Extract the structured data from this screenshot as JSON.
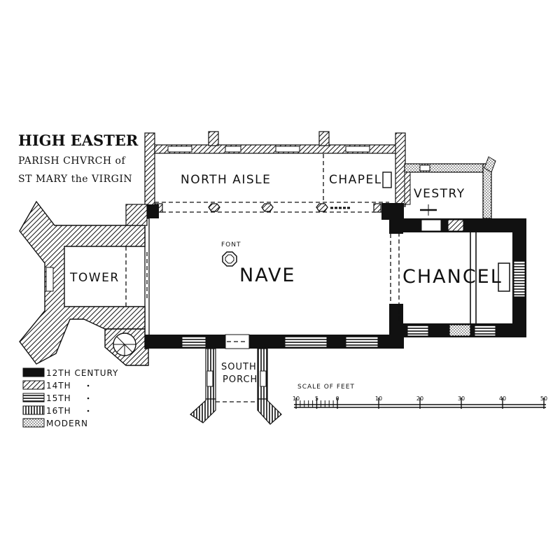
{
  "title": {
    "line1": "HIGH EASTER",
    "line2": "PARISH CHVRCH of",
    "line3": "ST MARY the VIRGIN"
  },
  "rooms": {
    "north_aisle": "NORTH AISLE",
    "chapel": "CHAPEL",
    "vestry": "VESTRY",
    "tower": "TOWER",
    "nave": "NAVE",
    "font": "FONT",
    "chancel": "CHANCEL",
    "south_porch_1": "SOUTH",
    "south_porch_2": "PORCH"
  },
  "legend": [
    {
      "label": "12TH CENTURY",
      "style": "solid"
    },
    {
      "label": "14TH",
      "style": "hatch-diagonal"
    },
    {
      "label": "15TH",
      "style": "hatch-horizontal"
    },
    {
      "label": "16TH",
      "style": "hatch-vertical"
    },
    {
      "label": "MODERN",
      "style": "dotted"
    }
  ],
  "scale": {
    "title": "SCALE OF FEET",
    "ticks": [
      "10",
      "5",
      "0",
      "10",
      "20",
      "30",
      "40",
      "50"
    ]
  }
}
